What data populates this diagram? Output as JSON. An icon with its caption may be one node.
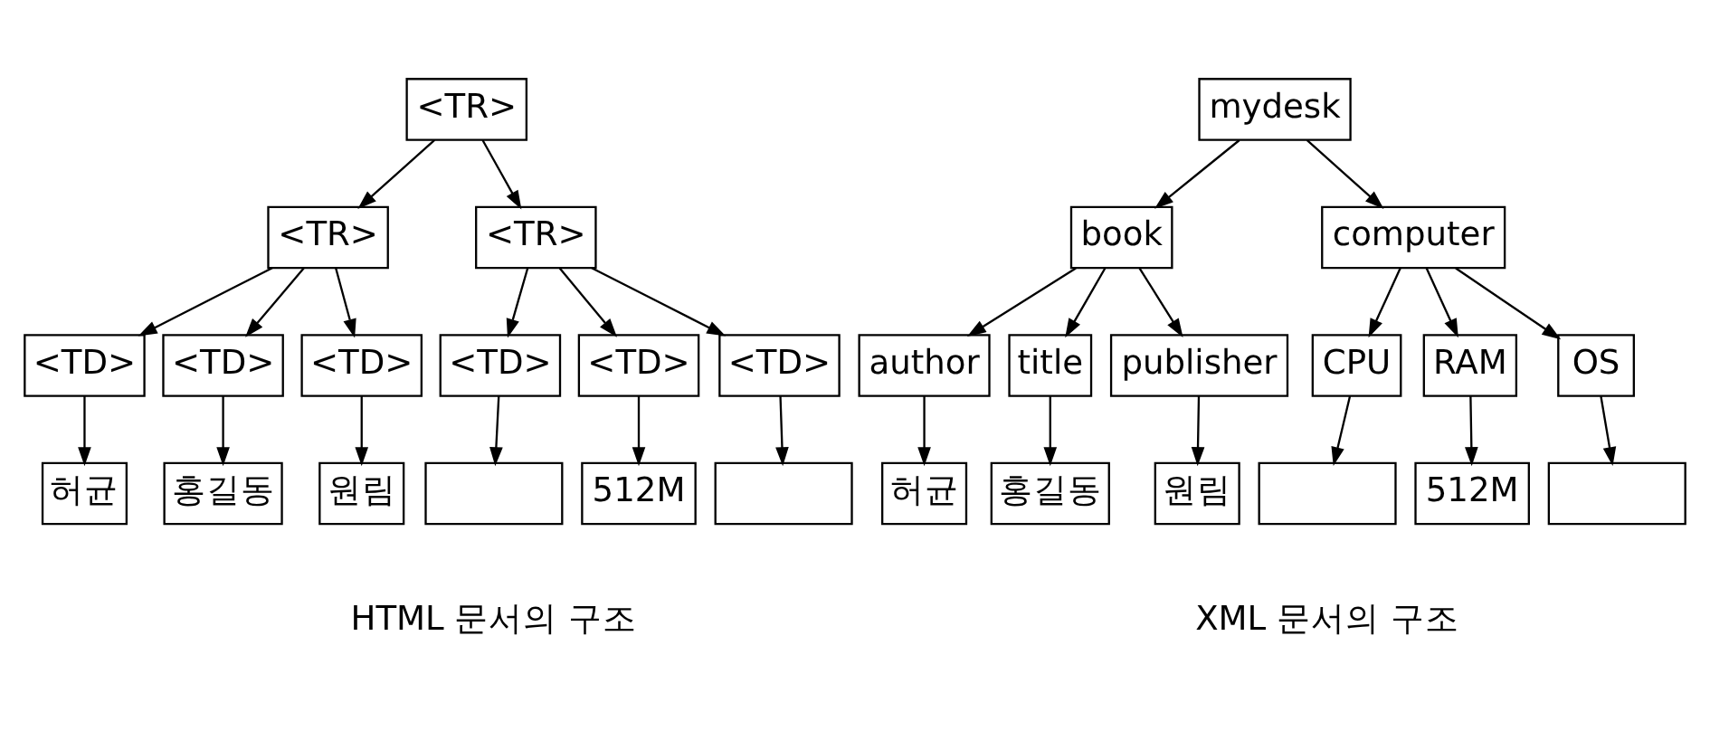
{
  "diagram": {
    "nodes": [
      {
        "text": [
          "<TR>"
        ]
      },
      {
        "text": [
          "<TR>"
        ]
      },
      {
        "text": [
          "<TR>"
        ]
      },
      {
        "text": [
          "<TD>"
        ]
      },
      {
        "text": [
          "<TD>"
        ]
      },
      {
        "text": [
          "<TD>"
        ]
      },
      {
        "text": [
          "<TD>"
        ]
      },
      {
        "text": [
          "<TD>"
        ]
      },
      {
        "text": [
          "<TD>"
        ]
      },
      {
        "text": [
          "허균"
        ]
      },
      {
        "text": [
          "홍길동"
        ]
      },
      {
        "text": [
          "원림"
        ]
      },
      {
        "text": [],
        "shape": "box"
      },
      {
        "text": [
          "512M"
        ]
      },
      {
        "text": [],
        "shape": "box"
      },
      {
        "text": [
          "mydesk"
        ]
      },
      {
        "text": [
          "book"
        ]
      },
      {
        "text": [
          "computer"
        ]
      },
      {
        "text": [
          "author"
        ]
      },
      {
        "text": [
          "title"
        ]
      },
      {
        "text": [
          "publisher"
        ]
      },
      {
        "text": [
          "CPU"
        ]
      },
      {
        "text": [
          "RAM"
        ]
      },
      {
        "text": [
          "OS"
        ]
      },
      {
        "text": [
          "허균"
        ]
      },
      {
        "text": [
          "홍길동"
        ]
      },
      {
        "text": [
          "원림"
        ]
      },
      {
        "text": [],
        "shape": "box"
      },
      {
        "text": [
          "512M"
        ]
      },
      {
        "text": [],
        "shape": "box"
      }
    ],
    "edges": [
      {
        "from": 0,
        "to": 1,
        "arrow": "to"
      },
      {
        "from": 0,
        "to": 2,
        "arrow": "to"
      },
      {
        "from": 1,
        "to": 3,
        "arrow": "to"
      },
      {
        "from": 1,
        "to": 4,
        "arrow": "to"
      },
      {
        "from": 1,
        "to": 5,
        "arrow": "to"
      },
      {
        "from": 2,
        "to": 6,
        "arrow": "to"
      },
      {
        "from": 2,
        "to": 7,
        "arrow": "to"
      },
      {
        "from": 2,
        "to": 8,
        "arrow": "to"
      },
      {
        "from": 3,
        "to": 9,
        "arrow": "to"
      },
      {
        "from": 4,
        "to": 10,
        "arrow": "to"
      },
      {
        "from": 5,
        "to": 11,
        "arrow": "to"
      },
      {
        "from": 6,
        "to": 12,
        "arrow": "to"
      },
      {
        "from": 7,
        "to": 13,
        "arrow": "to"
      },
      {
        "from": 8,
        "to": 14,
        "arrow": "to"
      },
      {
        "from": 15,
        "to": 16,
        "arrow": "to"
      },
      {
        "from": 15,
        "to": 17,
        "arrow": "to"
      },
      {
        "from": 16,
        "to": 18,
        "arrow": "to"
      },
      {
        "from": 16,
        "to": 19,
        "arrow": "to"
      },
      {
        "from": 16,
        "to": 20,
        "arrow": "to"
      },
      {
        "from": 17,
        "to": 21,
        "arrow": "to"
      },
      {
        "from": 17,
        "to": 22,
        "arrow": "to"
      },
      {
        "from": 17,
        "to": 23,
        "arrow": "to"
      },
      {
        "from": 18,
        "to": 24,
        "arrow": "to"
      },
      {
        "from": 19,
        "to": 25,
        "arrow": "to"
      },
      {
        "from": 20,
        "to": 26,
        "arrow": "to"
      },
      {
        "from": 21,
        "to": 27,
        "arrow": "to"
      },
      {
        "from": 22,
        "to": 28,
        "arrow": "to"
      },
      {
        "from": 23,
        "to": 29,
        "arrow": "to"
      }
    ],
    "labels": [
      "HTML 문서의 구조",
      "XML 문서의 구조"
    ]
  }
}
